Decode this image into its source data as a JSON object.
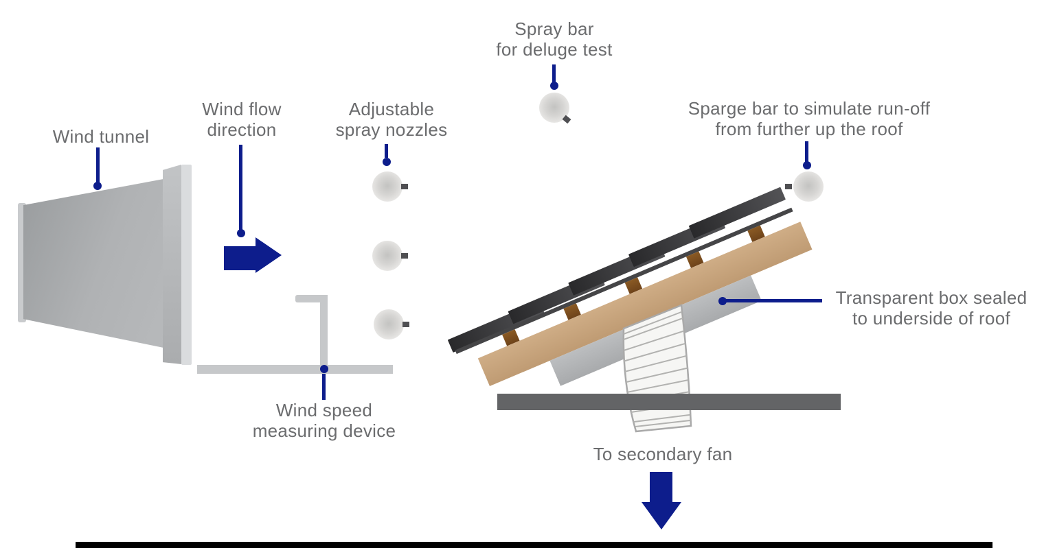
{
  "background_color": "#ffffff",
  "colors": {
    "accent_navy": "#0d1d8c",
    "label_gray": "#6b6c6e",
    "tile_dark": "#2a2a2c",
    "batten_brown": "#8a5a24",
    "deck_tan": "#cfad86",
    "transparent_box_gray": "#b5b7b9",
    "bench_gray": "#636466",
    "duct_white": "#f6f6f4",
    "wind_tunnel_gray": "#a8abad",
    "sphere_gray": "#d6d5d3",
    "bottom_bar_black": "#000000"
  },
  "labels": {
    "wind_tunnel": {
      "lines": [
        "Wind tunnel"
      ]
    },
    "wind_flow": {
      "lines": [
        "Wind flow",
        "direction"
      ]
    },
    "spray_nozzles": {
      "lines": [
        "Adjustable",
        "spray nozzles"
      ]
    },
    "spray_bar": {
      "lines": [
        "Spray bar",
        "for deluge test"
      ]
    },
    "sparge_bar": {
      "lines": [
        "Sparge bar to simulate run-off",
        "from further up the roof"
      ]
    },
    "transparent_box": {
      "lines": [
        "Transparent box sealed",
        "to underside of roof"
      ]
    },
    "wind_speed": {
      "lines": [
        "Wind speed",
        "measuring device"
      ]
    },
    "secondary_fan": {
      "lines": [
        "To secondary fan"
      ]
    }
  },
  "icons": {
    "wind_flow_arrow": "right-arrow",
    "secondary_fan_arrow": "down-arrow",
    "spray_nozzle": "sphere",
    "spray_bar_outlet": "sphere",
    "sparge_bar_outlet": "sphere"
  }
}
